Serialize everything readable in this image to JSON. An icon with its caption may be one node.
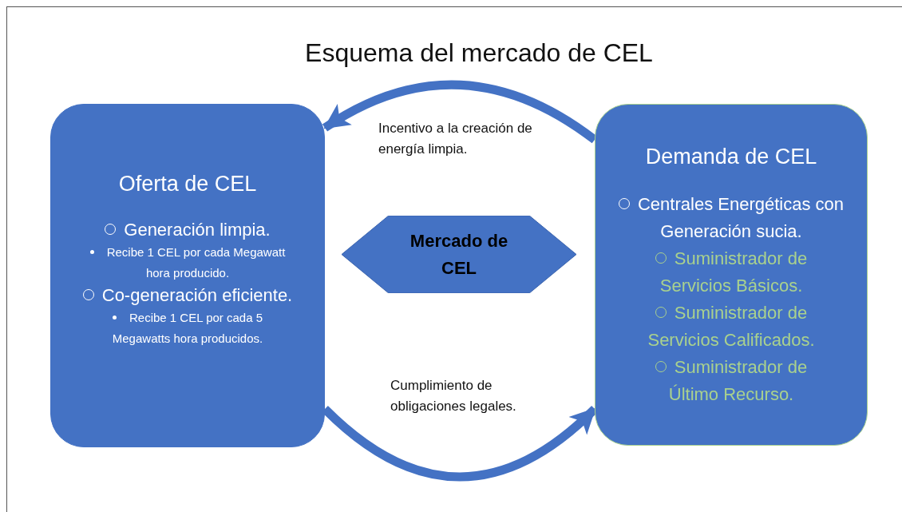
{
  "diagram": {
    "title": "Esquema del mercado de CEL",
    "nodes": [
      {
        "text": [
          "Oferta de CEL",
          "Generación limpia.",
          "Recibe 1 CEL por cada Megawatt hora producido.",
          "Co-generación eficiente.",
          "Recibe 1 CEL por cada 5 Megawatts hora producidos."
        ]
      },
      {
        "text": [
          "Mercado de CEL"
        ]
      },
      {
        "text": [
          "Demanda de CEL",
          "Centrales Energéticas con Generación sucia.",
          "Suministrador de Servicios Básicos.",
          "Suministrador de Servicios Calificados.",
          "Suministrador de Último Recurso."
        ]
      }
    ],
    "edges": [
      {
        "from": 2,
        "to": 0,
        "arrow": "to",
        "label": "Incentivo a la creación de energía limpia."
      },
      {
        "from": 0,
        "to": 2,
        "arrow": "to",
        "label": "Cumplimiento de obligaciones legales."
      }
    ]
  }
}
